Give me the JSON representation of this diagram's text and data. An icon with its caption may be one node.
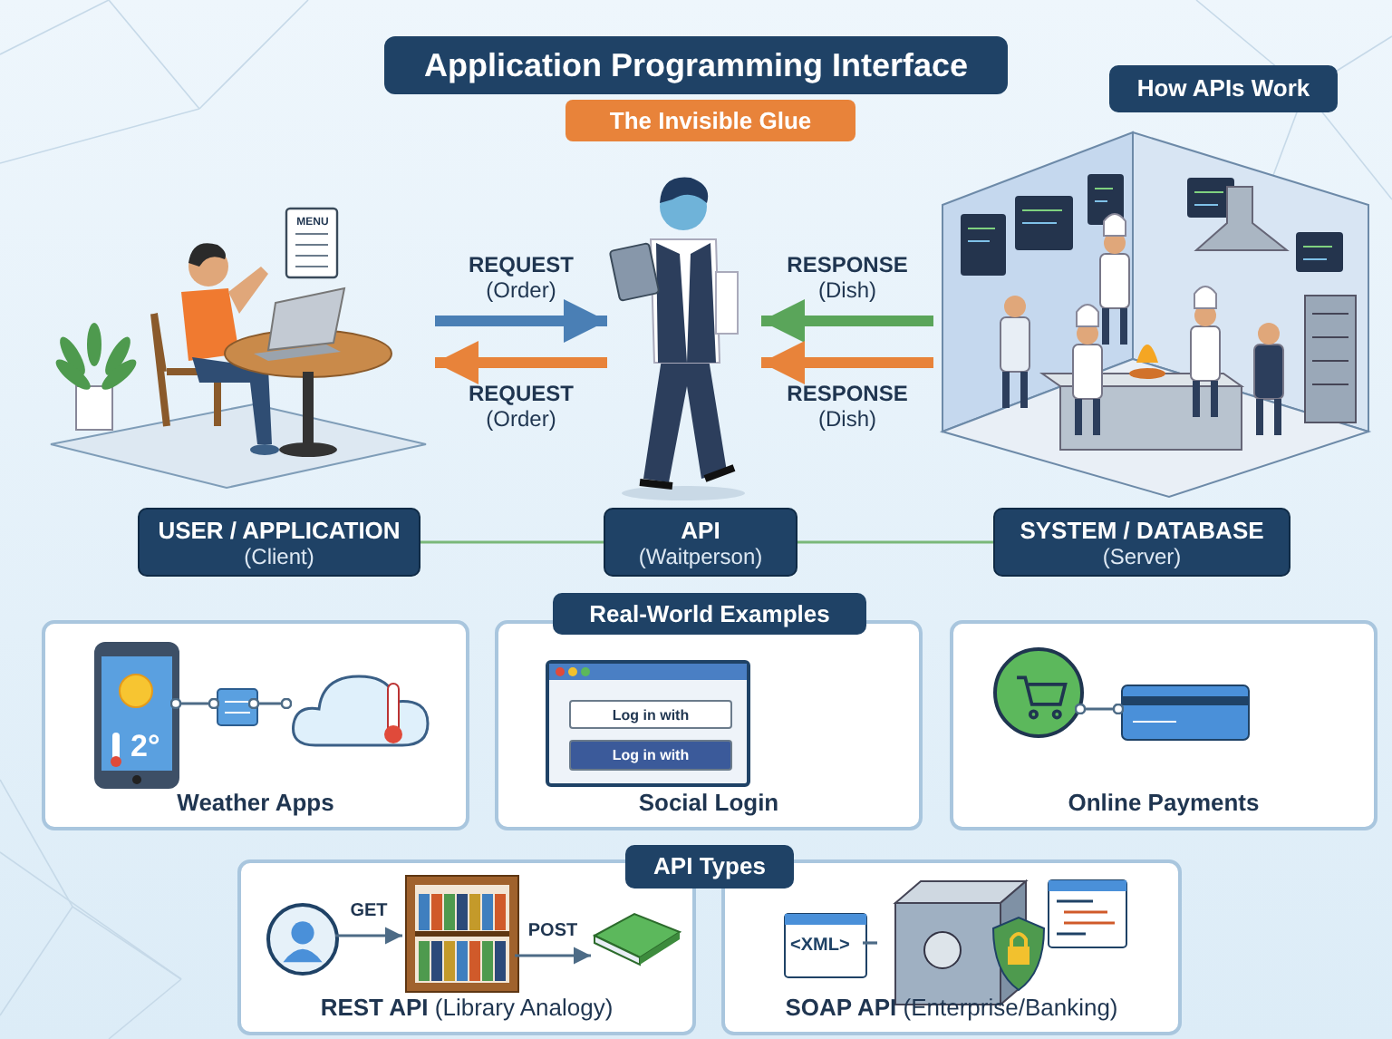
{
  "diagram": {
    "title": "Application Programming Interface",
    "nodes": [
      {
        "text": [],
        "shape": "picture"
      },
      {
        "text": [],
        "shape": "picture"
      },
      {
        "text": [],
        "shape": "picture"
      },
      {
        "text": [
          "USER / APPLICATION",
          "(Client)"
        ]
      },
      {
        "text": [
          "API",
          "(Waitperson)"
        ]
      },
      {
        "text": [
          "SYSTEM / DATABASE",
          "(Server)"
        ]
      },
      {
        "text": [
          "Real-World Examples"
        ]
      },
      {
        "text": [
          "Weather Apps"
        ]
      },
      {
        "text": [
          "2°"
        ],
        "in": 7
      },
      {
        "text": [],
        "shape": "box",
        "in": 7
      },
      {
        "text": [],
        "shape": "cloud",
        "in": 7
      },
      {
        "text": [
          "Social Login"
        ]
      },
      {
        "text": [],
        "shape": "box",
        "in": 11
      },
      {
        "text": [
          "Log in with"
        ],
        "in": 12
      },
      {
        "text": [
          "Log in with"
        ],
        "in": 12
      },
      {
        "text": [
          "Online Payments"
        ]
      },
      {
        "text": [],
        "shape": "circle",
        "in": 15
      },
      {
        "text": [],
        "shape": "picture",
        "in": 15
      },
      {
        "text": [
          "API Types"
        ]
      },
      {
        "text": [
          "**REST API** (Library Analogy)"
        ]
      },
      {
        "text": [],
        "shape": "person",
        "in": 19
      },
      {
        "text": [],
        "shape": "picture",
        "in": 19
      },
      {
        "text": [],
        "shape": "picture",
        "in": 19
      },
      {
        "text": [
          "**SOAP API** (Enterprise/Banking)"
        ]
      },
      {
        "text": [
          "<XML>"
        ],
        "in": 23
      },
      {
        "text": [],
        "shape": "picture",
        "in": 23
      }
    ],
    "edges": [
      {
        "from": 0,
        "to": 1,
        "arrow": "to",
        "label": "**REQUEST** (Order)",
        "style": "thick",
        "color": "#4a7fb5"
      },
      {
        "from": 1,
        "to": 0,
        "arrow": "to",
        "label": "**REQUEST** (Order)",
        "style": "thick",
        "color": "#e8833a"
      },
      {
        "from": 2,
        "to": 1,
        "arrow": "to",
        "label": "**RESPONSE** (Dish)",
        "style": "thick",
        "color": "#5aa55a"
      },
      {
        "from": 2,
        "to": 1,
        "arrow": "to",
        "label": "**RESPONSE** (Dish)",
        "style": "thick",
        "color": "#e8833a"
      },
      {
        "from": 3,
        "to": 4,
        "arrow": "none",
        "color": "#7ab87a"
      },
      {
        "from": 4,
        "to": 5,
        "arrow": "none",
        "color": "#7ab87a"
      },
      {
        "from": 8,
        "to": 9,
        "arrow": "other"
      },
      {
        "from": 9,
        "to": 10,
        "arrow": "other"
      },
      {
        "from": 16,
        "to": 17,
        "arrow": "other"
      },
      {
        "from": 20,
        "to": 21,
        "arrow": "to",
        "label": "GET"
      },
      {
        "from": 21,
        "to": 22,
        "arrow": "to",
        "label": "POST"
      },
      {
        "from": 24,
        "to": 25,
        "arrow": "none"
      }
    ],
    "labels": [
      "The Invisible Glue",
      "How APIs Work",
      "MENU"
    ]
  }
}
